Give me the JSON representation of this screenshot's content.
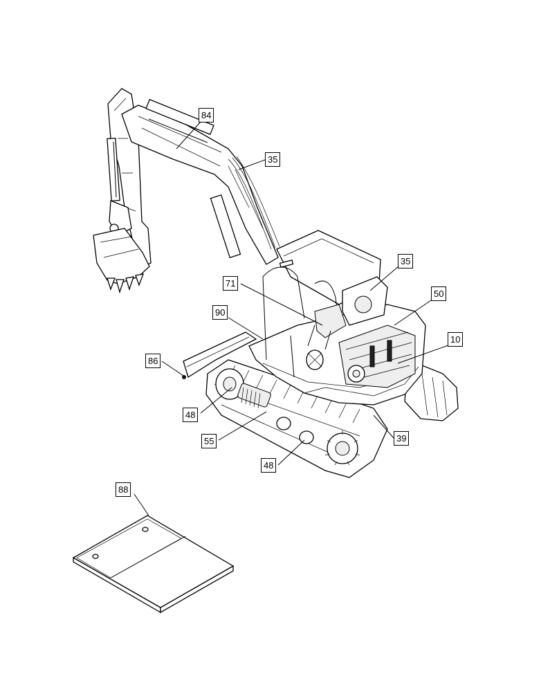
{
  "callouts": [
    {
      "id": "c84a",
      "label": "84"
    },
    {
      "id": "c35a",
      "label": "35"
    },
    {
      "id": "c35b",
      "label": "35"
    },
    {
      "id": "c71",
      "label": "71"
    },
    {
      "id": "c50",
      "label": "50"
    },
    {
      "id": "c90",
      "label": "90"
    },
    {
      "id": "c10",
      "label": "10"
    },
    {
      "id": "c86",
      "label": "86"
    },
    {
      "id": "c48a",
      "label": "48"
    },
    {
      "id": "c55",
      "label": "55"
    },
    {
      "id": "c39",
      "label": "39"
    },
    {
      "id": "c48b",
      "label": "48"
    },
    {
      "id": "c88",
      "label": "88"
    }
  ]
}
